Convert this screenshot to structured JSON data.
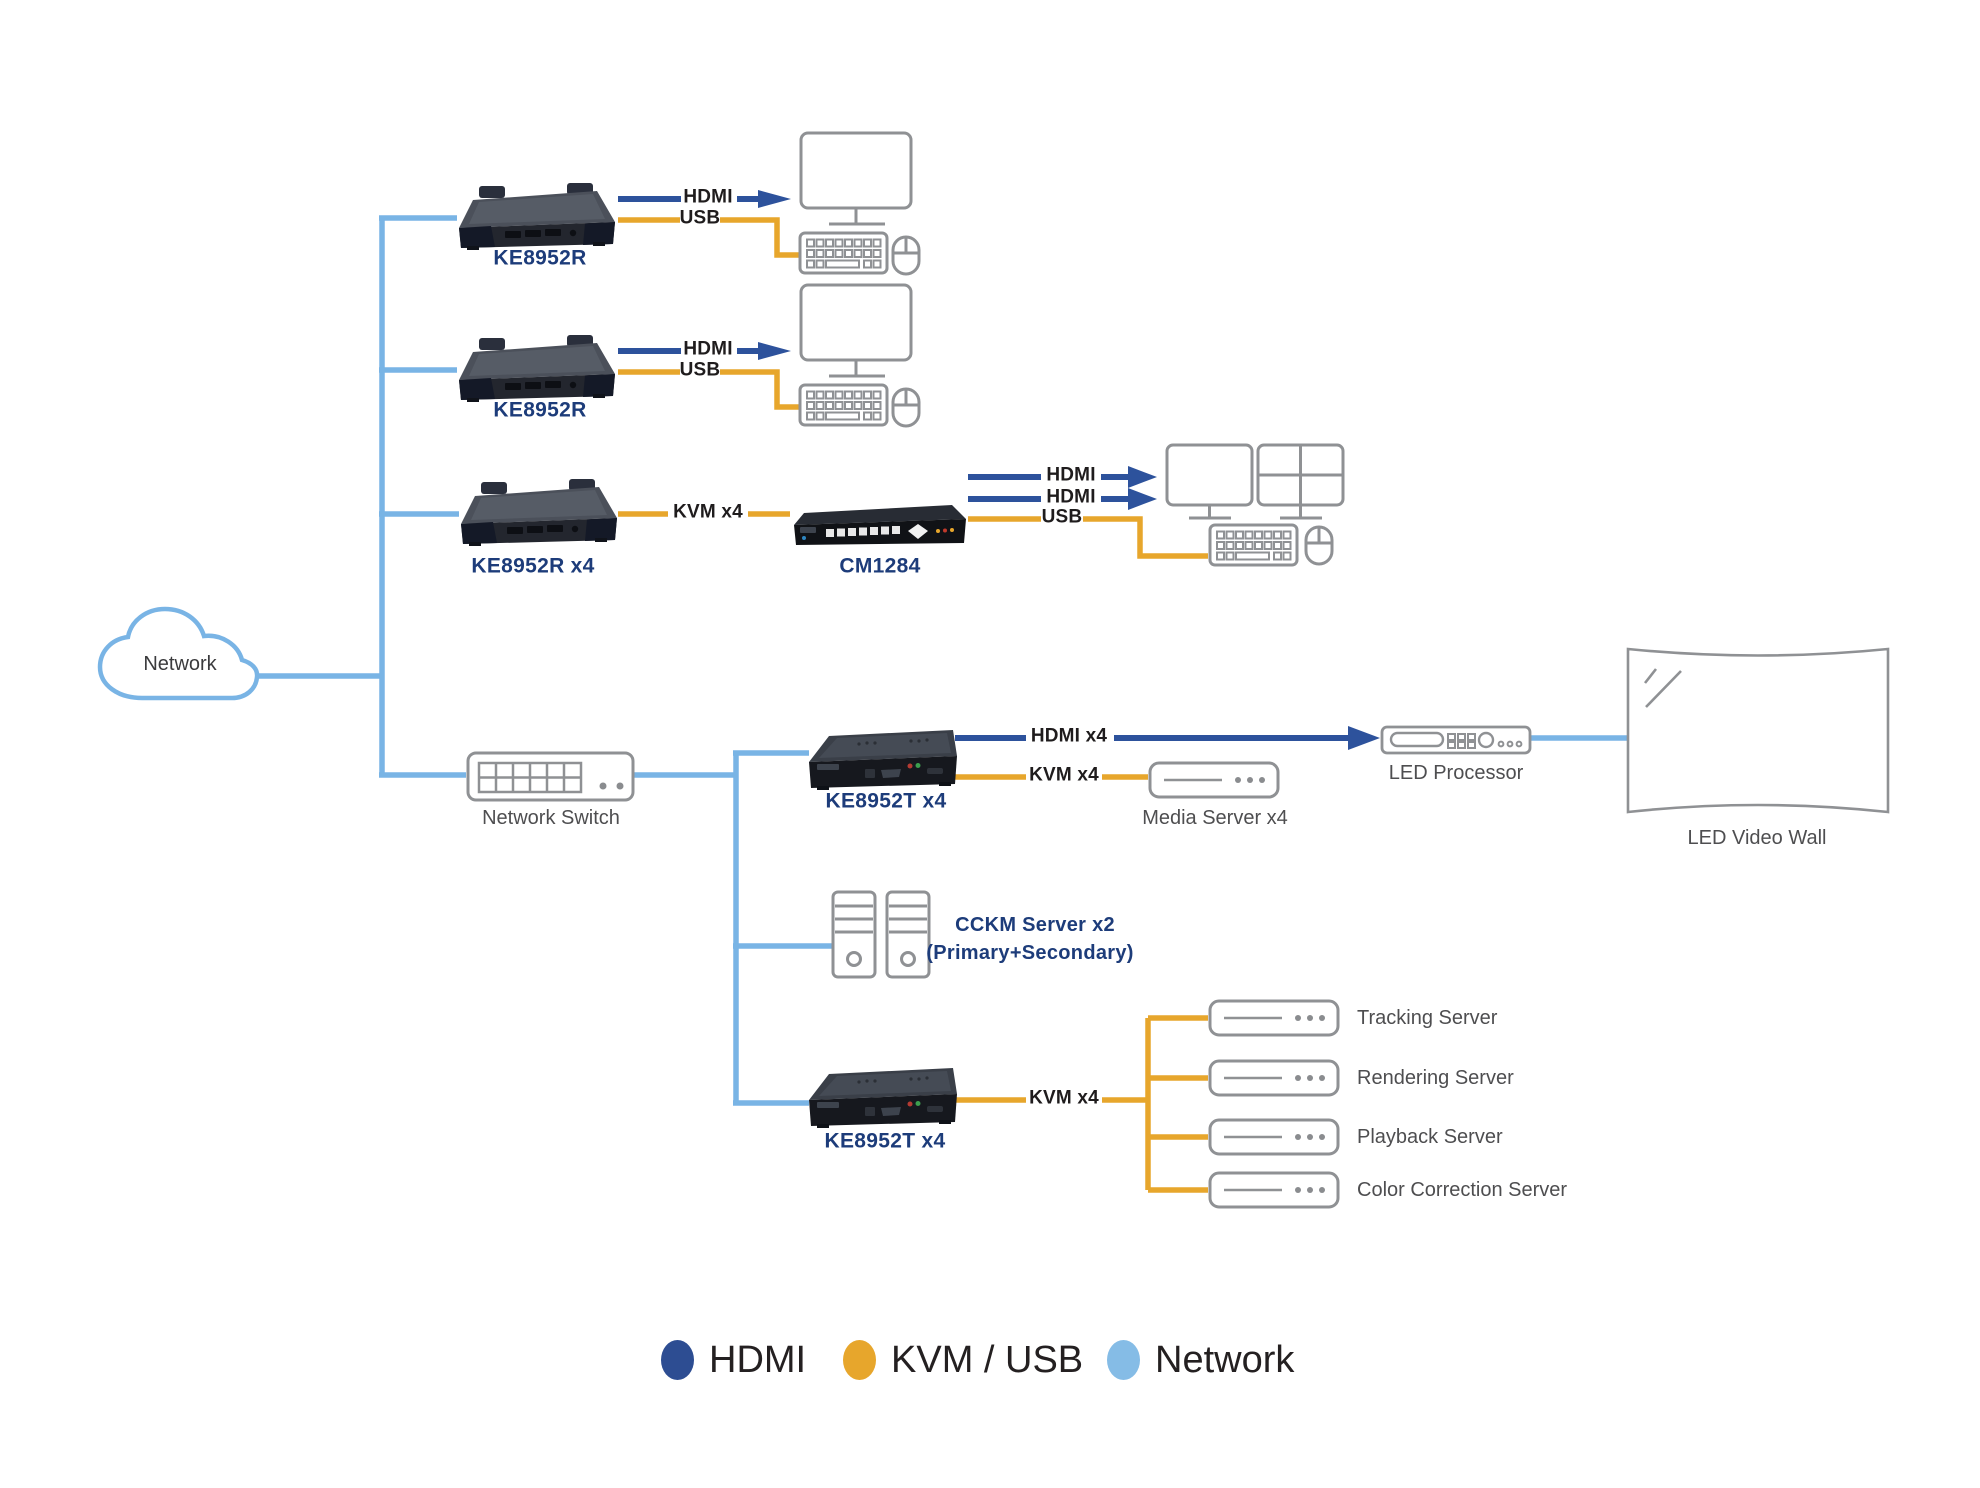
{
  "nodes": {
    "cloud": "Network",
    "receiver_1": "KE8952R",
    "receiver_2": "KE8952R",
    "receiver_group": "KE8952R x4",
    "cm1284": "CM1284",
    "network_switch": "Network Switch",
    "transmitter_top": "KE8952T x4",
    "transmitter_bottom": "KE8952T x4",
    "media_server": "Media Server x4",
    "led_processor": "LED Processor",
    "led_video_wall": "LED Video Wall",
    "cckm_line1": "CCKM Server x2",
    "cckm_line2": "(Primary+Secondary)",
    "tracking_server": "Tracking Server",
    "rendering_server": "Rendering Server",
    "playback_server": "Playback Server",
    "color_correction_server": "Color Correction Server"
  },
  "links": {
    "r1_hdmi": "HDMI",
    "r1_usb": "USB",
    "r2_hdmi": "HDMI",
    "r2_usb": "USB",
    "r3_kvm": "KVM x4",
    "r3_hdmi_a": "HDMI",
    "r3_hdmi_b": "HDMI",
    "r3_usb": "USB",
    "t_top_hdmi": "HDMI x4",
    "t_top_kvm": "KVM x4",
    "t_bottom_kvm": "KVM x4"
  },
  "legend": {
    "items": [
      {
        "label": "HDMI",
        "color": "#2d4d92"
      },
      {
        "label": "KVM / USB",
        "color": "#e7a62c"
      },
      {
        "label": "Network",
        "color": "#85bce6"
      }
    ]
  },
  "colors": {
    "hdmi_line": "#2d529c",
    "kvm_usb_line": "#e7a62c",
    "network_line": "#79b4e5",
    "device_label": "#1d3c7a",
    "icon_stroke": "#8f9194"
  }
}
